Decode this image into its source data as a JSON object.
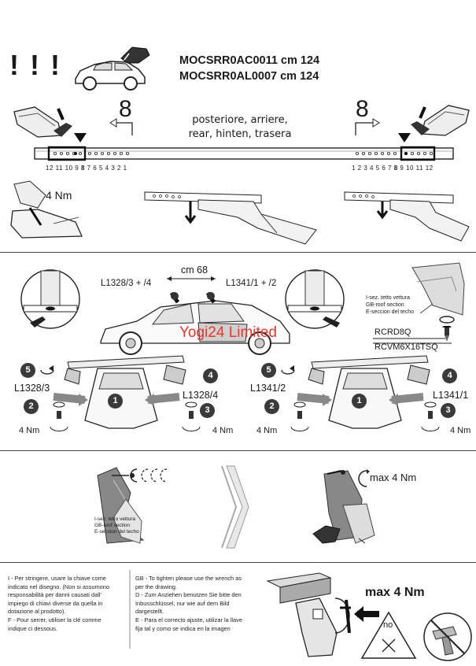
{
  "header": {
    "warning": "! ! !",
    "model_line_1": "MOCSRR0AC0011 cm 124",
    "model_line_2": "MOCSRR0AL0007 cm 124"
  },
  "bar_section": {
    "left_step": "8",
    "right_step": "8",
    "direction_line_1": "posteriore, arriere,",
    "direction_line_2": "rear, hinten, trasera",
    "left_scale_prefix": "12 11 10 9 ",
    "left_scale_bold": "8",
    "left_scale_suffix": " 7 6 5 4 3 2 1",
    "right_scale_prefix": "1 2 3 4 5 6 7 ",
    "right_scale_bold": "8",
    "right_scale_suffix": " 9 10 11 12"
  },
  "torque_step": {
    "label": "4 Nm"
  },
  "mount_section": {
    "spacing": "cm 68",
    "left_part": "L1328/3 + /4",
    "right_part": "L1341/1 + /2",
    "roof_section_line_1": "I-sez. tetto vettura",
    "roof_section_line_2": "GB-roof section",
    "roof_section_line_3": "E-seccion del techo",
    "part_rcrd": "RCRD8Q",
    "part_rcvm": "RCVM6X16TSQ"
  },
  "watermark": "Yogi24 Limited",
  "assembly_left": {
    "label_a": "L1328/3",
    "label_b": "L1328/4",
    "torque_left": "4 Nm",
    "torque_right": "4 Nm",
    "steps": [
      "5",
      "2",
      "1",
      "4",
      "3"
    ]
  },
  "assembly_right": {
    "label_a": "L1341/2",
    "label_b": "L1341/1",
    "torque_left": "4 Nm",
    "torque_right": "4 Nm",
    "steps": [
      "5",
      "2",
      "1",
      "4",
      "3"
    ]
  },
  "clamp_section": {
    "max_torque": "max 4 Nm",
    "roof_section_line_1": "I-sez. tetto vettura",
    "roof_section_line_2": "GB-roof section",
    "roof_section_line_3": "E-seccion del techo"
  },
  "instructions": {
    "col1_line1": "I - Per stringere, usare la chiave come",
    "col1_line2": "indicato nel disegno.  (Non si assumono",
    "col1_line3": "responsabilità per danni causati dall'",
    "col1_line4": "impiego di chiavi diverse da quella in",
    "col1_line5": "dotazione al prodotto).",
    "col1_line6": "F - Pour serrer, utiliser la clé comme",
    "col1_line7": "indique ci dessous.",
    "col2_line1": "GB - To tighten please use the wrench as",
    "col2_line2": "per the drawing.",
    "col2_line3": "D - Zum Anziehen benutzen Sie bitte den",
    "col2_line4": "Inbusschlüssel, nur wie auf dem Bild",
    "col2_line5": "dargestellt.",
    "col2_line6": "E - Para el correcto ajuste, utilizar la llave",
    "col2_line7": "fija tal y como se indica en la imagen",
    "max_torque": "max 4 Nm",
    "no_label": "no"
  }
}
